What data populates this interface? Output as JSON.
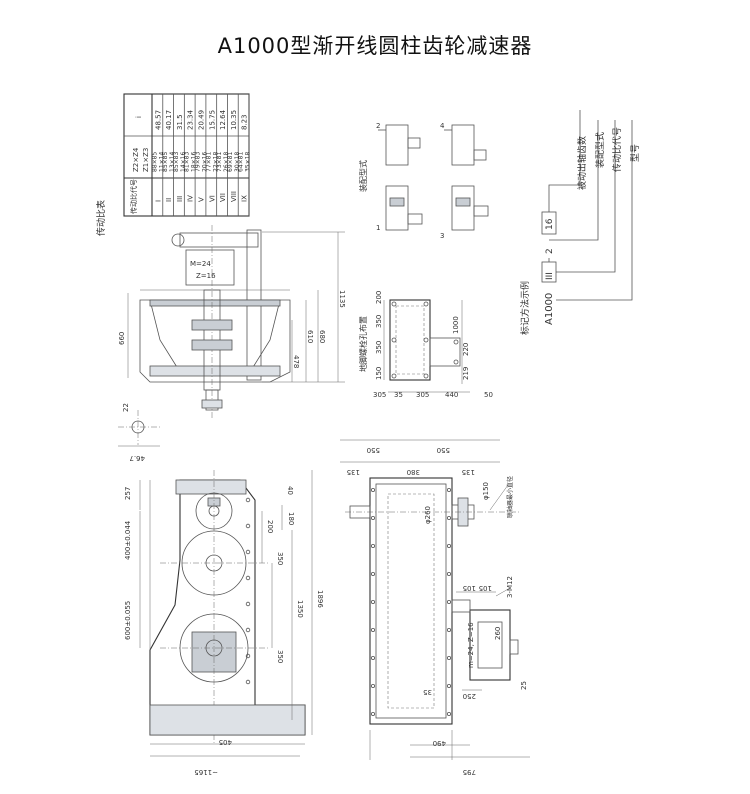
{
  "title": "A1000型渐开线圆柱齿轮减速器",
  "ratio_table": {
    "caption": "传动比表",
    "col1_header": "传动比代号",
    "col2_header_top": "Z2×Z4",
    "col2_header_bottom": "Z1×Z3",
    "col3_header": "i",
    "rows": [
      {
        "code": "I",
        "teeth_top": "88×85",
        "teeth_bottom": "11×14",
        "ratio": "48.57"
      },
      {
        "code": "II",
        "teeth_top": "85×85",
        "teeth_bottom": "13×14",
        "ratio": "40.17"
      },
      {
        "code": "III",
        "teeth_top": "85×83",
        "teeth_bottom": "14×16",
        "ratio": "31.5"
      },
      {
        "code": "IV",
        "teeth_top": "81×83",
        "teeth_bottom": "18×16",
        "ratio": "23.34"
      },
      {
        "code": "V",
        "teeth_top": "79×83",
        "teeth_bottom": "20×16",
        "ratio": "20.49"
      },
      {
        "code": "VI",
        "teeth_top": "77×81",
        "teeth_bottom": "22×18",
        "ratio": "15.75"
      },
      {
        "code": "VII",
        "teeth_top": "73×81",
        "teeth_bottom": "26×18",
        "ratio": "12.64"
      },
      {
        "code": "VIII",
        "teeth_top": "69×81",
        "teeth_bottom": "30×18",
        "ratio": "10.35"
      },
      {
        "code": "IX",
        "teeth_top": "64×81",
        "teeth_bottom": "35×18",
        "ratio": "8.23"
      }
    ]
  },
  "assembly": {
    "caption": "装配型式",
    "labels": [
      "1",
      "2",
      "3",
      "4"
    ]
  },
  "anchor_plan": {
    "caption": "地脚螺栓孔布置",
    "dims": [
      "1000",
      "200",
      "350",
      "350",
      "150",
      "220",
      "219",
      "35",
      "305",
      "305",
      "440",
      "50"
    ]
  },
  "marking": {
    "caption": "标记方法示例",
    "code": "A1000",
    "ratio_code": "III",
    "assembly_code": "2",
    "teeth_code": "16",
    "notes": [
      "被动出轴齿数",
      "装配型式",
      "传动比代号",
      "型号"
    ]
  },
  "front_view": {
    "module_label": "M=24",
    "teeth_label": "Z=16",
    "dims": [
      "1135",
      "680",
      "610",
      "478",
      "660",
      "22",
      "46.7"
    ]
  },
  "side_view": {
    "dims": [
      "257",
      "400±0.044",
      "600±0.055",
      "200",
      "180",
      "350",
      "350",
      "1350",
      "1896",
      "40",
      "405",
      "~1165"
    ]
  },
  "plan_view": {
    "dims": [
      "550",
      "550",
      "135",
      "380",
      "135",
      "φ150",
      "φ260",
      "105",
      "105",
      "3-M12",
      "260",
      "250",
      "490",
      "795",
      "25",
      "35"
    ],
    "note": "联轴器最小直径",
    "gear_label": "m=24, Z=16"
  }
}
